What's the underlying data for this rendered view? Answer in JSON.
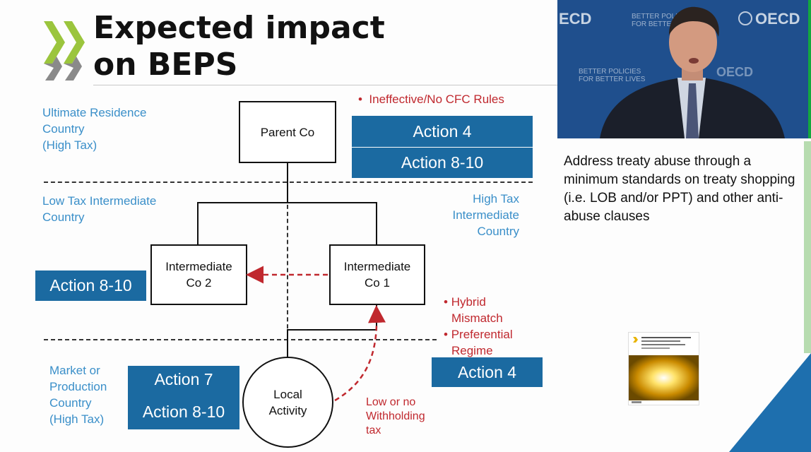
{
  "slide": {
    "title_line1": "Expected impact",
    "title_line2": "on BEPS"
  },
  "zones": {
    "ultimate_residence": [
      "Ultimate Residence",
      "Country",
      "(High Tax)"
    ],
    "low_tax_intermediate": [
      "Low Tax Intermediate",
      "Country"
    ],
    "high_tax_intermediate": [
      "High Tax",
      "Intermediate",
      "Country"
    ],
    "market_production": [
      "Market or",
      "Production",
      "Country",
      "(High Tax)"
    ]
  },
  "entities": {
    "parent": "Parent Co",
    "intermediate2": [
      "Intermediate",
      "Co 2"
    ],
    "intermediate1": [
      "Intermediate",
      "Co 1"
    ],
    "local_activity": [
      "Local",
      "Activity"
    ]
  },
  "risks": {
    "cfc_bullet": "•",
    "cfc": "Ineffective/No CFC Rules",
    "hybrid_bullet": "•",
    "hybrid": [
      "Hybrid",
      "Mismatch"
    ],
    "preferential_bullet": "•",
    "preferential": [
      "Preferential",
      "Regime"
    ],
    "withholding": [
      "Low or no",
      "Withholding",
      "tax"
    ]
  },
  "actions": {
    "top_a": "Action 4",
    "top_b": "Action 8-10",
    "intermediate2": "Action 8-10",
    "high_tax": "Action 4",
    "market_a": "Action 7",
    "market_b": "Action 8-10"
  },
  "description": "Address treaty abuse through a minimum standards on treaty shopping (i.e. LOB and/or PPT) and other anti-abuse clauses",
  "video": {
    "logo_left": "ECD",
    "logo_right": "OECD",
    "tag1": [
      "BETTER POLICIES",
      "FOR BETTER LIVES"
    ],
    "tag2": [
      "BETTER POLICIES",
      "FOR BETTER LIVES"
    ],
    "tag3": "OECD"
  },
  "colors": {
    "action_blue": "#1b6aa1",
    "label_blue": "#3a8fc9",
    "risk_red": "#c0282e",
    "chevron_green": "#9bc53d",
    "chevron_gray": "#8a8a8a"
  }
}
